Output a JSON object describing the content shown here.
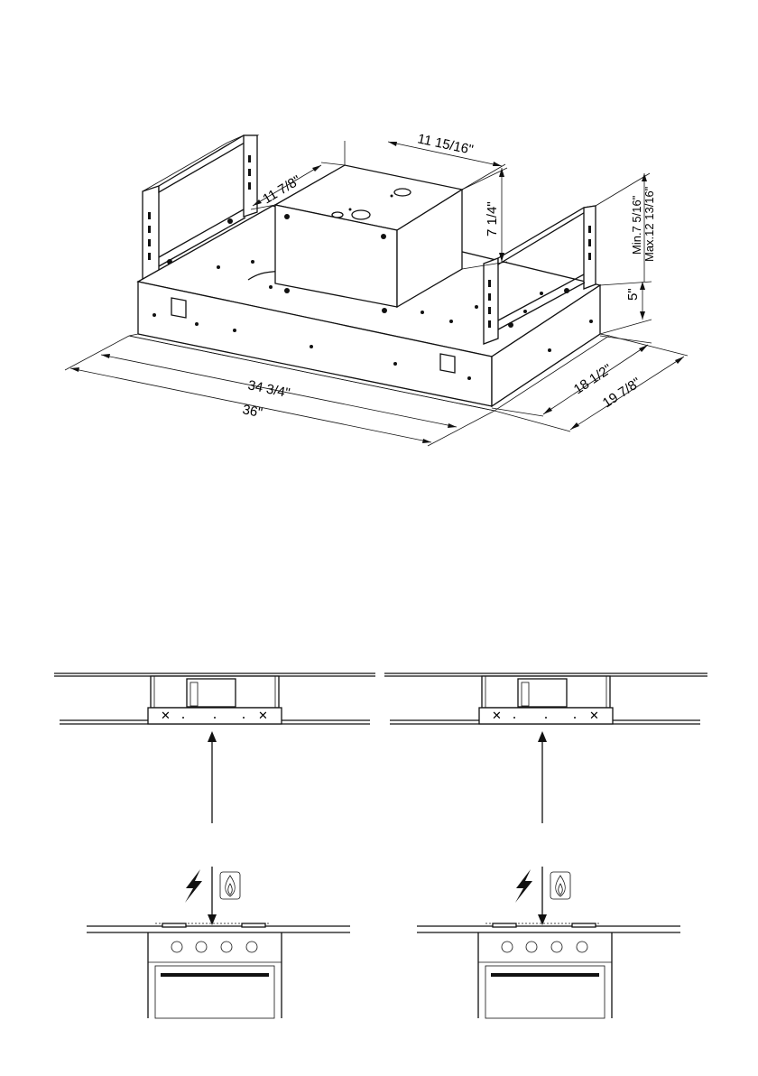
{
  "dimensions": {
    "width_outer": "36\"",
    "width_inner": "34  3/4\"",
    "depth_outer": "19  7/8\"",
    "depth_inner": "18  1/2\"",
    "motor_width": "11  15/16\"",
    "motor_depth": "11  7/8\"",
    "motor_height": "7  1/4\"",
    "body_height": "5\"",
    "frame_min": "Min.7  5/16\"",
    "frame_max": "Max.12  13/16\""
  },
  "icons": {
    "electric": "lightning-bolt-icon",
    "gas": "gas-flame-icon"
  }
}
